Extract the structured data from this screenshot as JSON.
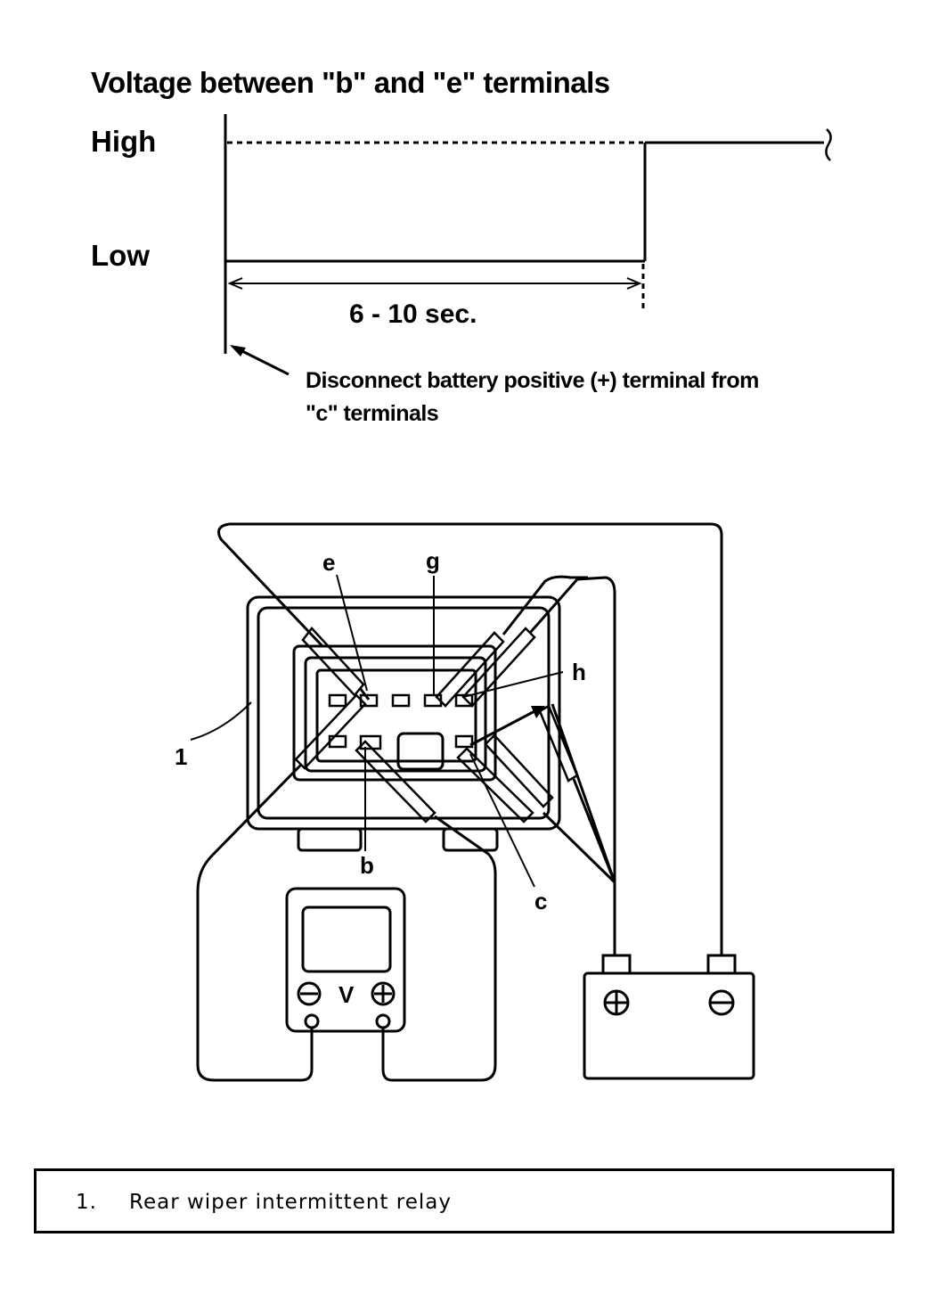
{
  "timing_chart": {
    "title": "Voltage between \"b\" and \"e\" terminals",
    "level_high": "High",
    "level_low": "Low",
    "duration": "6 - 10 sec.",
    "note_line1": "Disconnect battery positive (+) terminal from",
    "note_line2": "\"c\" terminals"
  },
  "wiring_diagram": {
    "terminals": {
      "e": "e",
      "g": "g",
      "h": "h",
      "b": "b",
      "c": "c"
    },
    "callout_1": "1",
    "voltmeter_label": "V"
  },
  "legend": {
    "items": [
      {
        "number": "1.",
        "label": "Rear wiper intermittent relay"
      }
    ]
  }
}
